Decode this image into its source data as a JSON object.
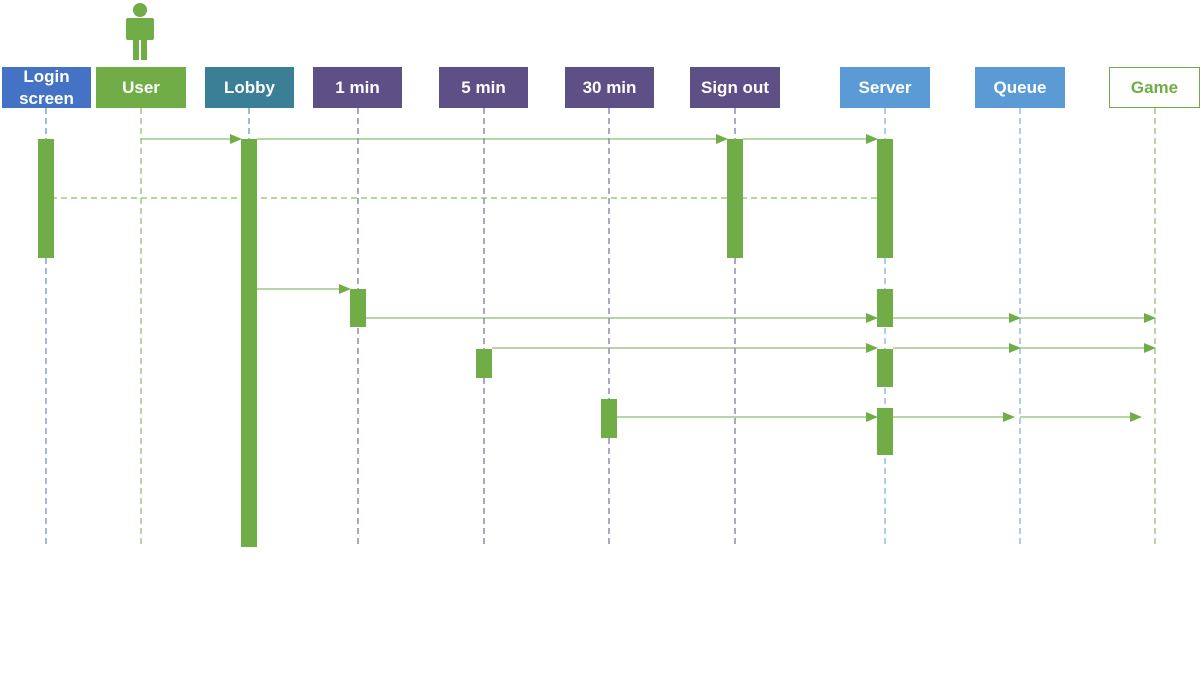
{
  "participants": [
    {
      "id": "login",
      "label": "Login screen",
      "color": "#4472c4"
    },
    {
      "id": "user",
      "label": "User",
      "color": "#70ad47",
      "actor": true
    },
    {
      "id": "lobby",
      "label": "Lobby",
      "color": "#3a7f96"
    },
    {
      "id": "one_min",
      "label": "1 min",
      "color": "#5e4f87"
    },
    {
      "id": "five_min",
      "label": "5 min",
      "color": "#5e4f87"
    },
    {
      "id": "thirty_min",
      "label": "30 min",
      "color": "#5e4f87"
    },
    {
      "id": "sign_out",
      "label": "Sign out",
      "color": "#5e4f87"
    },
    {
      "id": "server",
      "label": "Server",
      "color": "#5b9bd5"
    },
    {
      "id": "queue",
      "label": "Queue",
      "color": "#5b9bd5"
    },
    {
      "id": "game",
      "label": "Game",
      "color": "#70ad47",
      "outline": true
    }
  ],
  "messages": [
    {
      "from": "user",
      "to": "lobby",
      "style": "solid"
    },
    {
      "from": "lobby",
      "to": "sign_out",
      "style": "solid"
    },
    {
      "from": "sign_out",
      "to": "server",
      "style": "solid"
    },
    {
      "from": "server",
      "to": "login",
      "style": "dashed"
    },
    {
      "from": "lobby",
      "to": "one_min",
      "style": "solid"
    },
    {
      "from": "one_min",
      "to": "server",
      "style": "solid"
    },
    {
      "from": "server",
      "to": "queue",
      "style": "solid"
    },
    {
      "from": "queue",
      "to": "game",
      "style": "solid"
    },
    {
      "from": "five_min",
      "to": "server",
      "style": "solid"
    },
    {
      "from": "server",
      "to": "queue",
      "style": "solid"
    },
    {
      "from": "queue",
      "to": "game",
      "style": "solid"
    },
    {
      "from": "thirty_min",
      "to": "server",
      "style": "solid"
    },
    {
      "from": "server",
      "to": "queue",
      "style": "solid"
    },
    {
      "from": "queue",
      "to": "game",
      "style": "solid"
    }
  ],
  "colors": {
    "activation": "#70ad47",
    "message": "#70ad47"
  }
}
